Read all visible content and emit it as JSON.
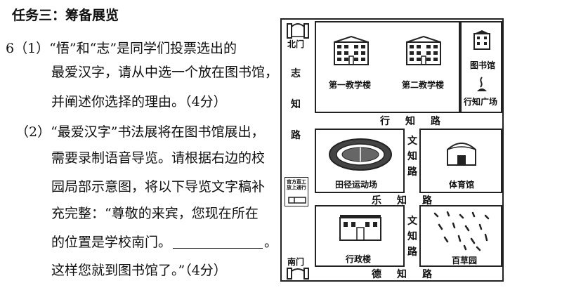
{
  "question": {
    "title": "任务三：筹备展览",
    "lines": [
      "6（1）“悟”和“志”是同学们投票选出的",
      "最爱汉字，请从中选一个放在图书馆，",
      "并阐述你选择的理由。（4分）",
      "（2）“最爱汉字”书法展将在图书馆展出，",
      "需要录制语音导览。请根据右边的校",
      "园局部示意图，将以下导览文字稿补",
      "充完整：“尊敬的来宾，您现在所在",
      "的位置是学校南门。",
      "。",
      "这样您就到图书馆了。”（4分）"
    ]
  },
  "map": {
    "roads": {
      "zhizhi": "志知路",
      "xingzhi": "行知路",
      "wenzhi_top": "文知路",
      "lezhi": "乐知路",
      "wenzhi_bottom": "文知路",
      "dezhi": "德知路"
    },
    "gates": {
      "north": "北门",
      "south": "南门",
      "sign": "官方直工放上通行"
    },
    "buildings": {
      "teaching1": "第一教学楼",
      "teaching2": "第二教学楼",
      "library": "图书馆",
      "square": "行知广场",
      "track": "田径运动场",
      "gym": "体育馆",
      "admin": "行政楼",
      "garden": "百草园"
    }
  }
}
